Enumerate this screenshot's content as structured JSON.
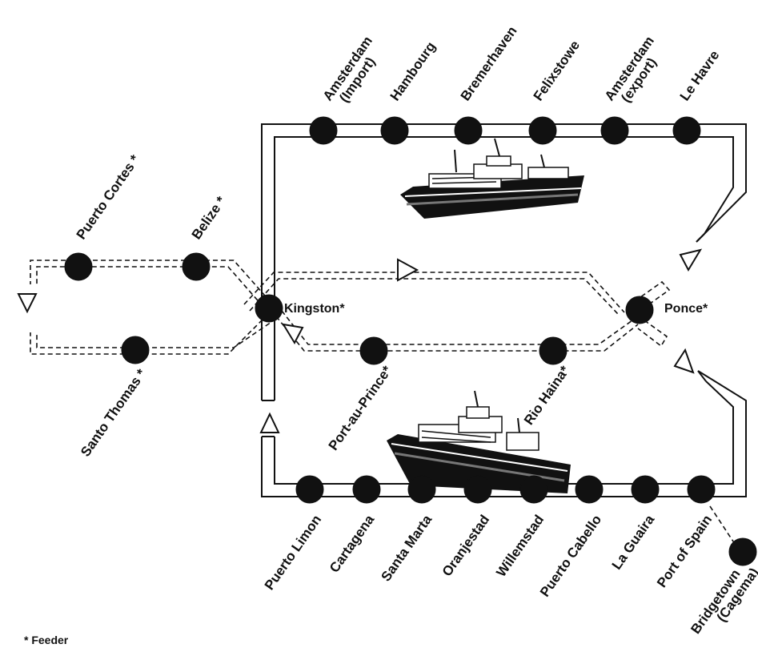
{
  "ports": {
    "amsterdam_import": [
      "Amsterdam",
      "(Import)"
    ],
    "hambourg": "Hambourg",
    "bremerhaven": "Bremerhaven",
    "felixstowe": "Felixstowe",
    "amsterdam_export": [
      "Amsterdam",
      "(export)"
    ],
    "le_havre": "Le Havre",
    "puerto_cortes": "Puerto Cortes *",
    "belize": "Belize *",
    "santo_thomas": "Santo Thomas *",
    "kingston": "Kingston*",
    "ponce": "Ponce*",
    "port_au_prince": "Port-au-Prince*",
    "rio_haina": "Rio Haina*",
    "puerto_limon": "Puerto Limon",
    "cartagena": "Cartagena",
    "santa_marta": "Santa Marta",
    "oranjestad": "Oranjestad",
    "willemstad": "Willemstad",
    "puerto_cabello": "Puerto Cabello",
    "la_guaira": "La Guaira",
    "port_of_spain": "Port of Spain",
    "bridgetown": [
      "Bridgetown",
      "(Cagema)"
    ]
  },
  "legend": {
    "feeder": "* Feeder"
  },
  "colors": {
    "node": "#111111",
    "route": "#111111",
    "background": "#ffffff"
  },
  "icons": [
    "ship-icon",
    "arrow-triangle-icon"
  ]
}
